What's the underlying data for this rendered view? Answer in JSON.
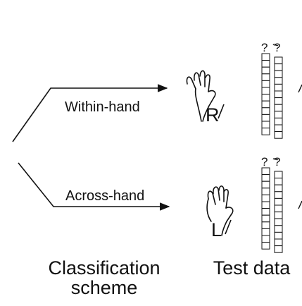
{
  "branches": {
    "within": {
      "label": "Within-hand"
    },
    "across": {
      "label": "Across-hand"
    }
  },
  "hands": {
    "right": {
      "letter": "R"
    },
    "left": {
      "letter": "L"
    }
  },
  "unknown_marks": {
    "top_a": "?",
    "top_b": "?",
    "bottom_a": "?",
    "bottom_b": "?"
  },
  "captions": {
    "classification_line1": "Classification",
    "classification_line2": "scheme",
    "test_data": "Test data"
  },
  "colors": {
    "ink": "#111111",
    "background": "#ffffff"
  }
}
